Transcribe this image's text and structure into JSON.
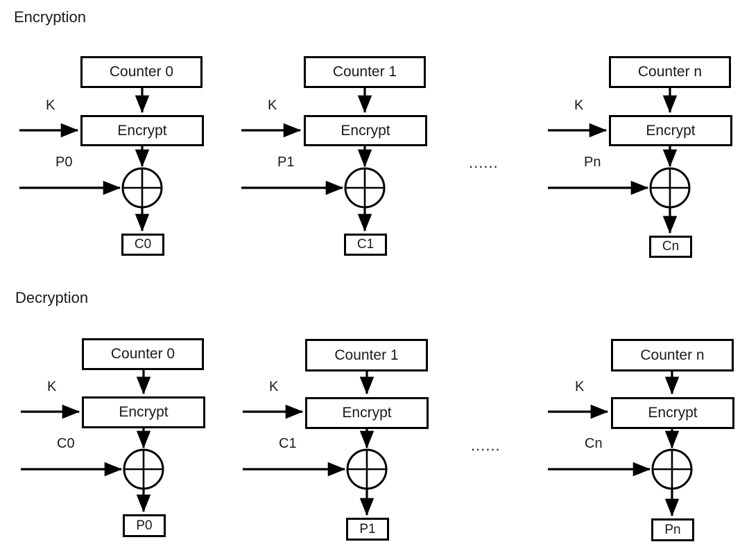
{
  "diagram": {
    "title_encryption": "Encryption",
    "title_decryption": "Decryption",
    "ellipsis": "......",
    "colors": {
      "stroke": "#000000",
      "text": "#1a1a1a",
      "background": "#ffffff"
    },
    "encryption": {
      "label": "Encryption",
      "stages": [
        {
          "counter": "Counter 0",
          "cipher": "Encrypt",
          "key_label": "K",
          "input_label": "P0",
          "output_label": "C0"
        },
        {
          "counter": "Counter 1",
          "cipher": "Encrypt",
          "key_label": "K",
          "input_label": "P1",
          "output_label": "C1"
        },
        {
          "counter": "Counter n",
          "cipher": "Encrypt",
          "key_label": "K",
          "input_label": "Pn",
          "output_label": "Cn"
        }
      ]
    },
    "decryption": {
      "label": "Decryption",
      "stages": [
        {
          "counter": "Counter 0",
          "cipher": "Encrypt",
          "key_label": "K",
          "input_label": "C0",
          "output_label": "P0"
        },
        {
          "counter": "Counter 1",
          "cipher": "Encrypt",
          "key_label": "K",
          "input_label": "C1",
          "output_label": "P1"
        },
        {
          "counter": "Counter n",
          "cipher": "Encrypt",
          "key_label": "K",
          "input_label": "Cn",
          "output_label": "Pn"
        }
      ]
    }
  }
}
